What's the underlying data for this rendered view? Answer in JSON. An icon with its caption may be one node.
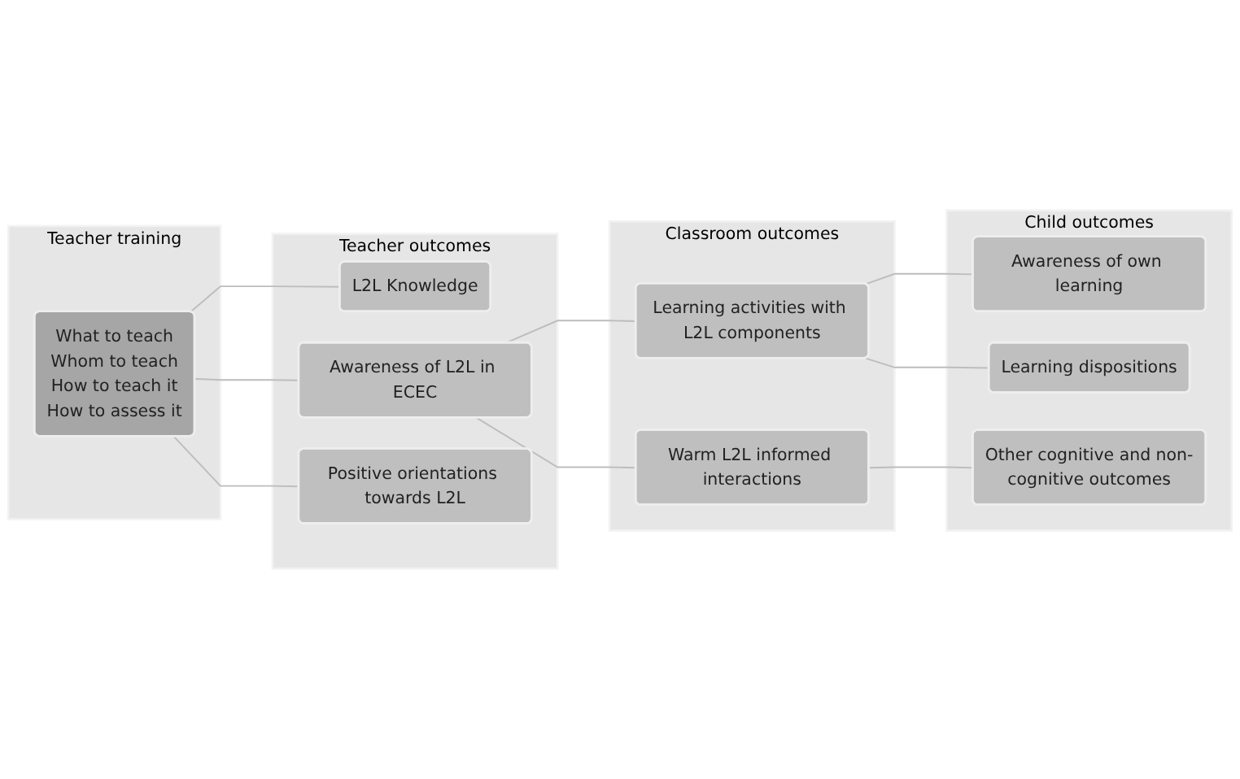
{
  "diagram": {
    "nodes": [
      {
        "text": [
          "Teacher training"
        ]
      },
      {
        "text": [
          "What to teach",
          "Whom to teach",
          "How to teach it",
          "How to assess it"
        ],
        "in": 0
      },
      {
        "text": [
          "Teacher outcomes"
        ]
      },
      {
        "text": [
          "L2L Knowledge"
        ],
        "in": 2
      },
      {
        "text": [
          "Awareness of L2L in ECEC"
        ],
        "in": 2
      },
      {
        "text": [
          "Positive orientations towards L2L"
        ],
        "in": 2
      },
      {
        "text": [
          "Classroom outcomes"
        ]
      },
      {
        "text": [
          "Learning activities with L2L components"
        ],
        "in": 6
      },
      {
        "text": [
          "Warm L2L informed interactions"
        ],
        "in": 6
      },
      {
        "text": [
          "Child outcomes"
        ]
      },
      {
        "text": [
          "Awareness of own learning"
        ],
        "in": 9
      },
      {
        "text": [
          "Learning dispositions"
        ],
        "in": 9
      },
      {
        "text": [
          "Other cognitive and non-cognitive outcomes"
        ],
        "in": 9
      }
    ],
    "edges": [
      {
        "from": 1,
        "to": 3,
        "arrow": "none"
      },
      {
        "from": 1,
        "to": 4,
        "arrow": "none"
      },
      {
        "from": 1,
        "to": 5,
        "arrow": "none"
      },
      {
        "from": 4,
        "to": 7,
        "arrow": "none"
      },
      {
        "from": 4,
        "to": 8,
        "arrow": "none"
      },
      {
        "from": 7,
        "to": 10,
        "arrow": "none"
      },
      {
        "from": 7,
        "to": 11,
        "arrow": "none"
      },
      {
        "from": 8,
        "to": 12,
        "arrow": "none"
      }
    ]
  }
}
